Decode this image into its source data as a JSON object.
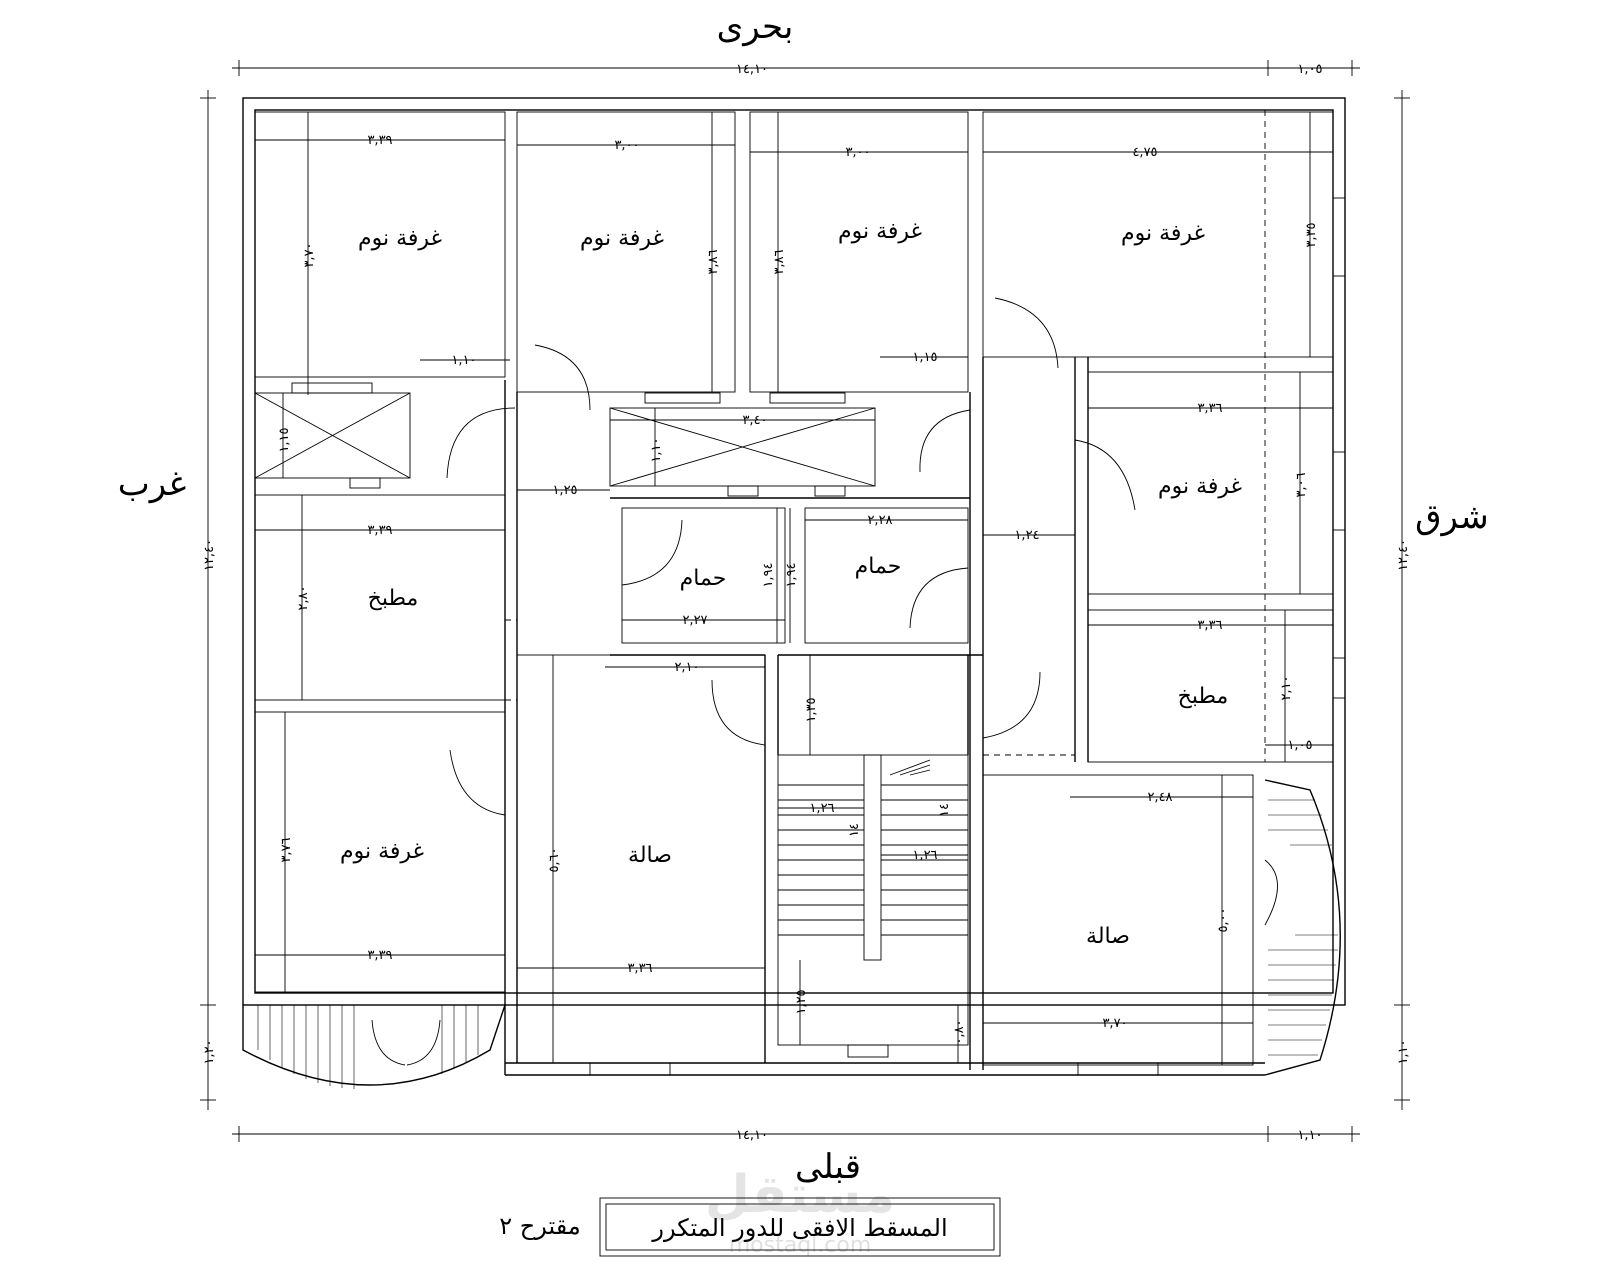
{
  "directions": {
    "north": "بحرى",
    "south": "قبلى",
    "east": "شرق",
    "west": "غرب"
  },
  "title": {
    "main": "المسقط الافقى للدور المتكرر",
    "proposal": "مقترح ٢"
  },
  "watermark": {
    "text": "مستقل",
    "url": "mostaql.com"
  },
  "rooms": {
    "bedroom_1": "غرفة نوم",
    "bedroom_2": "غرفة نوم",
    "bedroom_3": "غرفة نوم",
    "bedroom_4": "غرفة نوم",
    "bedroom_5": "غرفة نوم",
    "bedroom_6": "غرفة نوم",
    "kitchen_1": "مطبخ",
    "kitchen_2": "مطبخ",
    "bath_1": "حمام",
    "bath_2": "حمام",
    "hall_1": "صالة",
    "hall_2": "صالة"
  },
  "dimensions": {
    "top_total": "١٤,١٠",
    "top_extra": "١,٠٥",
    "bottom_total": "١٤,١٠",
    "bottom_extra": "١,١٠",
    "left_total": "١٢,٤٠",
    "left_extra": "١,٢٠",
    "right_total": "١٢,٤٠",
    "right_extra": "١,١٠",
    "bed1_w": "٣,٣٩",
    "bed1_h": "٣,٧٠",
    "bed1_door": "١,١٠",
    "bed2_w": "٣,٠٠",
    "bed2_h": "٣,٨٦",
    "bed3_w": "٣,٠٠",
    "bed3_h": "٣,٨٦",
    "bed3_door": "١,١٥",
    "bed4_w": "٤,٧٥",
    "bed4_h": "٣,٣٥",
    "shaft1_h": "١,١٥",
    "shaft2_w": "٣,٤٠",
    "shaft2_h": "١,١٠",
    "corr_w1": "١,٢٥",
    "kitchen1_w": "٣,٣٩",
    "kitchen1_h": "٢,٨٠",
    "bath1_h": "١,٩٤",
    "bath1_w": "٢,٢٧",
    "bath1_door": "٢,١٠",
    "bath2_w": "٢,٢٨",
    "bath2_h": "١,٩٤",
    "corr_w2": "١,٢٤",
    "bed5_w": "٣,٣٦",
    "bed5_h": "٣,٠٦",
    "kitchen2_w": "٣,٣٦",
    "kitchen2_h": "٢,١٠",
    "kitchen2_bal": "١,٠٥",
    "entry_h": "١,٣٥",
    "hall1_h": "٥,٦٠",
    "hall1_w": "٣,٣٦",
    "bed6_h": "٣,٧٦",
    "bed6_w": "٣,٣٩",
    "stair_w1": "١,٢٦",
    "stair_w2": "١,٢٦",
    "stair_gap": "١٤",
    "stair_gap2": "١٤",
    "stair_h": "١,٢٥",
    "stair_bot": "٠,٨٠",
    "hall2_top": "٢,٤٨",
    "hall2_h": "٥,٠٠",
    "hall2_w": "٣,٧٠"
  }
}
